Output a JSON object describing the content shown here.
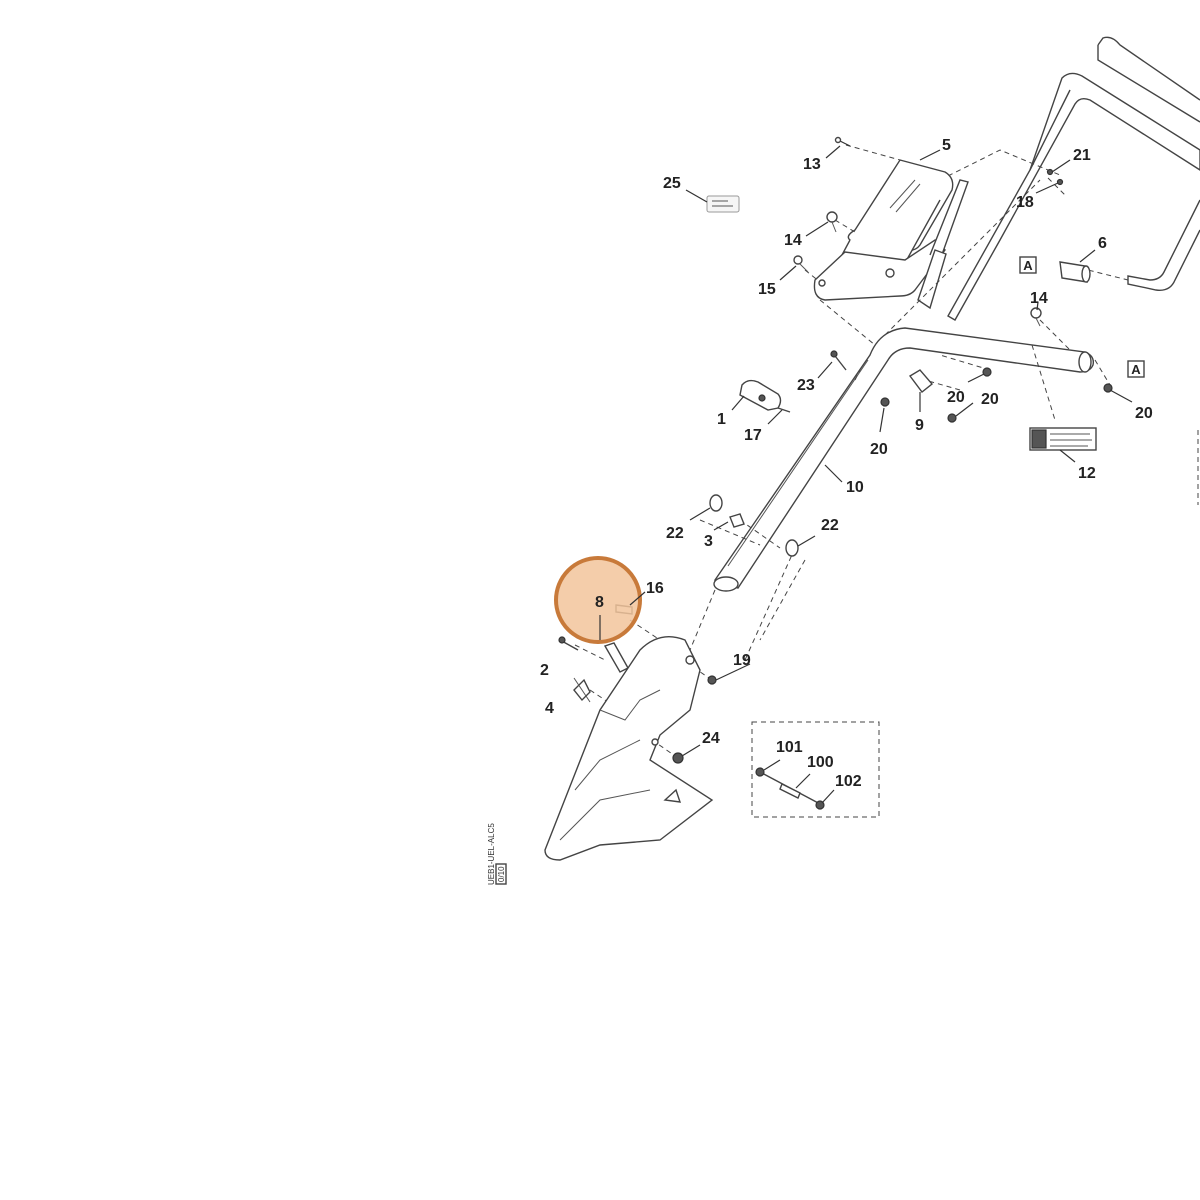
{
  "diagram": {
    "highlight_color": "#f2c49b",
    "highlight_border_color": "#c87a3a",
    "ref_marker_label": "A",
    "doc_code": "UEB1-UEL-ALC5",
    "doc_page": "0/10",
    "callouts": [
      {
        "id": "c25",
        "label": "25"
      },
      {
        "id": "c13",
        "label": "13"
      },
      {
        "id": "c5",
        "label": "5"
      },
      {
        "id": "c21",
        "label": "21"
      },
      {
        "id": "c18",
        "label": "18"
      },
      {
        "id": "c14a",
        "label": "14"
      },
      {
        "id": "c6",
        "label": "6"
      },
      {
        "id": "c15",
        "label": "15"
      },
      {
        "id": "c14b",
        "label": "14"
      },
      {
        "id": "c23",
        "label": "23"
      },
      {
        "id": "c20a",
        "label": "20"
      },
      {
        "id": "c20b",
        "label": "20"
      },
      {
        "id": "c20c",
        "label": "20"
      },
      {
        "id": "c1",
        "label": "1"
      },
      {
        "id": "c17",
        "label": "17"
      },
      {
        "id": "c9",
        "label": "9"
      },
      {
        "id": "c20d",
        "label": "20"
      },
      {
        "id": "c12",
        "label": "12"
      },
      {
        "id": "c10",
        "label": "10"
      },
      {
        "id": "c22a",
        "label": "22"
      },
      {
        "id": "c3",
        "label": "3"
      },
      {
        "id": "c22b",
        "label": "22"
      },
      {
        "id": "c8",
        "label": "8"
      },
      {
        "id": "c16",
        "label": "16"
      },
      {
        "id": "c2",
        "label": "2"
      },
      {
        "id": "c19",
        "label": "19"
      },
      {
        "id": "c4",
        "label": "4"
      },
      {
        "id": "c24",
        "label": "24"
      },
      {
        "id": "c101",
        "label": "101"
      },
      {
        "id": "c100",
        "label": "100"
      },
      {
        "id": "c102",
        "label": "102"
      }
    ]
  }
}
